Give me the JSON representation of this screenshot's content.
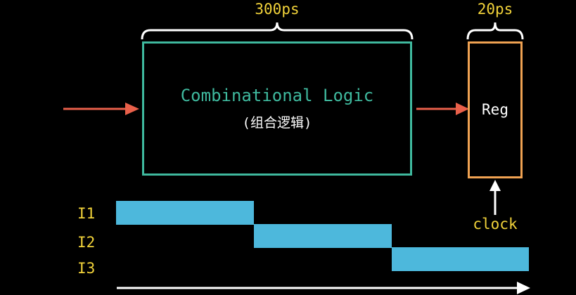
{
  "combinational": {
    "title": "Combinational Logic",
    "subtitle": "(组合逻辑)",
    "delay_label": "300ps"
  },
  "register": {
    "label": "Reg",
    "delay_label": "20ps"
  },
  "clock": {
    "label": "clock"
  },
  "instructions": [
    {
      "label": "I1"
    },
    {
      "label": "I2"
    },
    {
      "label": "I3"
    }
  ],
  "colors": {
    "background": "#000000",
    "logic_box": "#3fb99e",
    "register_box": "#f0a252",
    "input_arrows": "#e9604a",
    "delay_labels": "#f2d33a",
    "instruction_bars": "#4db8dc",
    "time_arrow": "#ffffff"
  }
}
